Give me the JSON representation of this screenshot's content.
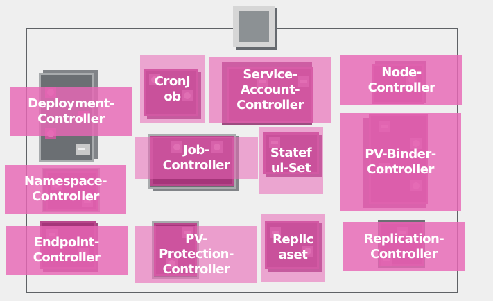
{
  "diagram": {
    "title": "",
    "master_node": {
      "label": "",
      "icon": "server-icon"
    },
    "colors": {
      "accent": "#e868b6",
      "machine": "#a5357a",
      "frame": "#5f6266",
      "background": "#efefef",
      "gray_machine": "#6b6f73"
    },
    "controllers": [
      {
        "id": "deployment-controller",
        "label": "Deployment-\nController",
        "machine": "gray"
      },
      {
        "id": "cronjob",
        "label": "CronJ\nob",
        "machine": "magenta"
      },
      {
        "id": "service-account-controller",
        "label": "Service-\nAccount-\nController",
        "machine": "magenta"
      },
      {
        "id": "node-controller",
        "label": "Node-\nController",
        "machine": "magenta"
      },
      {
        "id": "job-controller",
        "label": "Job-\nController",
        "machine": "magenta"
      },
      {
        "id": "statefulset",
        "label": "Statef\nul-Set",
        "machine": "magenta"
      },
      {
        "id": "pv-binder-controller",
        "label": "PV-Binder-\nController",
        "machine": "magenta"
      },
      {
        "id": "namespace-controller",
        "label": "Namespace-\nController",
        "machine": "magenta"
      },
      {
        "id": "endpoint-controller",
        "label": "Endpoint-\nController",
        "machine": "magenta"
      },
      {
        "id": "pv-protection-controller",
        "label": "PV-\nProtection-\nController",
        "machine": "magenta"
      },
      {
        "id": "replicaset",
        "label": "Replic\naset",
        "machine": "magenta"
      },
      {
        "id": "replication-controller",
        "label": "Replication-\nController",
        "machine": "magenta"
      }
    ]
  }
}
